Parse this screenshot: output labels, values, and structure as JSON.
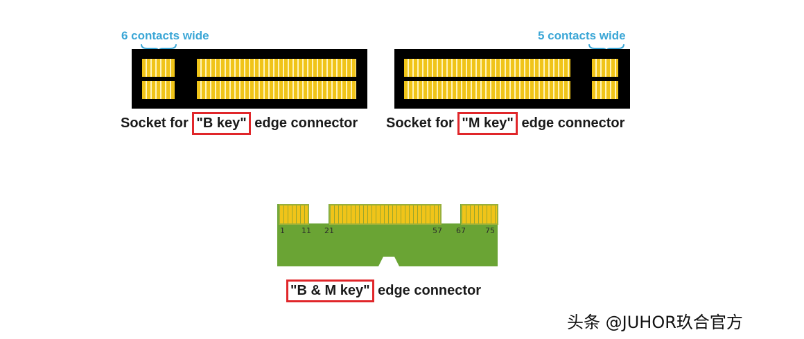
{
  "b_socket": {
    "annotation": "6 contacts wide",
    "caption_prefix": "Socket for ",
    "caption_key": "\"B key\"",
    "caption_suffix": " edge connector"
  },
  "m_socket": {
    "annotation": "5 contacts wide",
    "caption_prefix": "Socket for ",
    "caption_key": "\"M key\"",
    "caption_suffix": " edge connector"
  },
  "edge_connector": {
    "pin_labels": [
      "1",
      "11",
      "21",
      "57",
      "67",
      "75"
    ],
    "caption_key": "\"B & M key\"",
    "caption_suffix": " edge connector"
  },
  "watermark": "头条 @JUHOR玖合官方",
  "colors": {
    "annotation": "#3aa6d6",
    "highlight": "#e0262a",
    "pcb": "#6aa434",
    "contacts": "#f0c419"
  }
}
